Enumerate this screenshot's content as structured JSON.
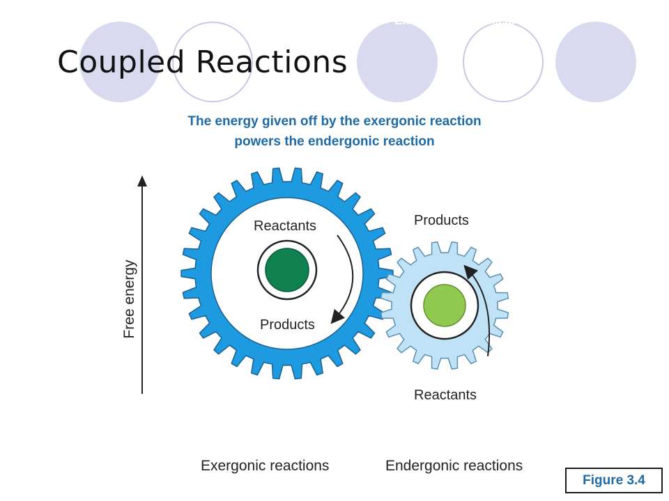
{
  "slide": {
    "top_text": "Energy and Chemical Reactions",
    "title": "Coupled Reactions",
    "subtitle_line1": "The energy given off by the exergonic reaction",
    "subtitle_line2": "powers the endergonic reaction",
    "figure_label": "Figure 3.4"
  },
  "diagram": {
    "axis_label": "Free energy",
    "large_gear": {
      "top_label": "Reactants",
      "bottom_label": "Products",
      "caption": "Exergonic reactions",
      "teeth": 30,
      "color": "#1e9be0",
      "hub_color": "#108050"
    },
    "small_gear": {
      "top_label": "Products",
      "bottom_label": "Reactants",
      "caption": "Endergonic reactions",
      "teeth": 20,
      "color": "#bfe2f6",
      "hub_color": "#90c850"
    }
  },
  "colors": {
    "deco_circle": "#d9d9f0",
    "deco_circle_outline": "#c8c8e6",
    "subtitle": "#1f6aa5"
  }
}
